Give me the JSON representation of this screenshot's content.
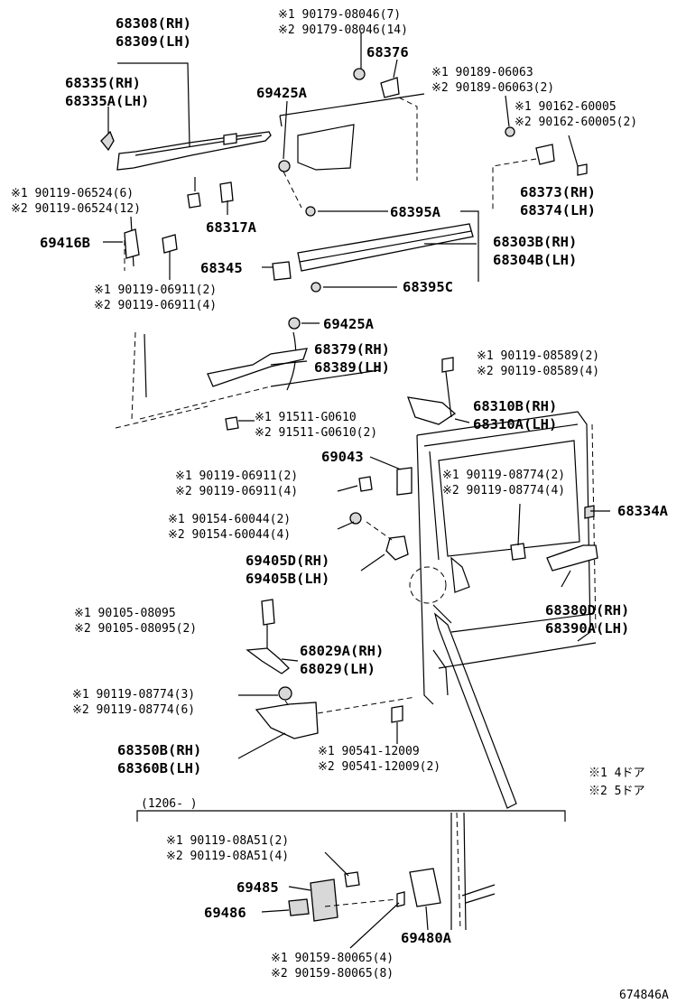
{
  "diagram_id": "674846A",
  "date_note": "(1206-        )",
  "legend": {
    "note1": "※1 4ドア",
    "note2": "※2 5ドア"
  },
  "parts": [
    {
      "id": "p68308",
      "lines": [
        "68308(RH)",
        "68309(LH)"
      ]
    },
    {
      "id": "p68335",
      "lines": [
        "68335(RH)",
        "68335A(LH)"
      ]
    },
    {
      "id": "p90179",
      "lines": [
        "※1 90179-08046(7)",
        "※2 90179-08046(14)"
      ]
    },
    {
      "id": "p68376",
      "lines": [
        "68376"
      ]
    },
    {
      "id": "p90189",
      "lines": [
        "※1 90189-06063",
        "※2 90189-06063(2)"
      ]
    },
    {
      "id": "p90162",
      "lines": [
        "※1 90162-60005",
        "※2 90162-60005(2)"
      ]
    },
    {
      "id": "p69425a_top",
      "lines": [
        "69425A"
      ]
    },
    {
      "id": "p68373",
      "lines": [
        "68373(RH)",
        "68374(LH)"
      ]
    },
    {
      "id": "p90119_06524",
      "lines": [
        "※1 90119-06524(6)",
        "※2 90119-06524(12)"
      ]
    },
    {
      "id": "p68317a",
      "lines": [
        "68317A"
      ]
    },
    {
      "id": "p68395a",
      "lines": [
        "68395A"
      ]
    },
    {
      "id": "p69416b",
      "lines": [
        "69416B"
      ]
    },
    {
      "id": "p68303b",
      "lines": [
        "68303B(RH)",
        "68304B(LH)"
      ]
    },
    {
      "id": "p68345",
      "lines": [
        "68345"
      ]
    },
    {
      "id": "p68395c",
      "lines": [
        "68395C"
      ]
    },
    {
      "id": "p90119_06911a",
      "lines": [
        "※1 90119-06911(2)",
        "※2 90119-06911(4)"
      ]
    },
    {
      "id": "p69425a_mid",
      "lines": [
        "69425A"
      ]
    },
    {
      "id": "p68379",
      "lines": [
        "68379(RH)",
        "68389(LH)"
      ]
    },
    {
      "id": "p90119_08589",
      "lines": [
        "※1 90119-08589(2)",
        "※2 90119-08589(4)"
      ]
    },
    {
      "id": "p68310b",
      "lines": [
        "68310B(RH)",
        "68310A(LH)"
      ]
    },
    {
      "id": "p91511",
      "lines": [
        "※1 91511-G0610",
        "※2 91511-G0610(2)"
      ]
    },
    {
      "id": "p69043",
      "lines": [
        "69043"
      ]
    },
    {
      "id": "p90119_06911b",
      "lines": [
        "※1 90119-06911(2)",
        "※2 90119-06911(4)"
      ]
    },
    {
      "id": "p90119_08774a",
      "lines": [
        "※1 90119-08774(2)",
        "※2 90119-08774(4)"
      ]
    },
    {
      "id": "p90154",
      "lines": [
        "※1 90154-60044(2)",
        "※2 90154-60044(4)"
      ]
    },
    {
      "id": "p68334a",
      "lines": [
        "68334A"
      ]
    },
    {
      "id": "p69405d",
      "lines": [
        "69405D(RH)",
        "69405B(LH)"
      ]
    },
    {
      "id": "p68380d",
      "lines": [
        "68380D(RH)",
        "68390A(LH)"
      ]
    },
    {
      "id": "p90105",
      "lines": [
        "※1 90105-08095",
        "※2 90105-08095(2)"
      ]
    },
    {
      "id": "p68029a",
      "lines": [
        "68029A(RH)",
        "68029(LH)"
      ]
    },
    {
      "id": "p90119_08774b",
      "lines": [
        "※1 90119-08774(3)",
        "※2 90119-08774(6)"
      ]
    },
    {
      "id": "p68350b",
      "lines": [
        "68350B(RH)",
        "68360B(LH)"
      ]
    },
    {
      "id": "p90541",
      "lines": [
        "※1 90541-12009",
        "※2 90541-12009(2)"
      ]
    },
    {
      "id": "p90119_08a51",
      "lines": [
        "※1 90119-08A51(2)",
        "※2 90119-08A51(4)"
      ]
    },
    {
      "id": "p69485",
      "lines": [
        "69485"
      ]
    },
    {
      "id": "p69486",
      "lines": [
        "69486"
      ]
    },
    {
      "id": "p69480a",
      "lines": [
        "69480A"
      ]
    },
    {
      "id": "p90159",
      "lines": [
        "※1 90159-80065(4)",
        "※2 90159-80065(8)"
      ]
    }
  ]
}
